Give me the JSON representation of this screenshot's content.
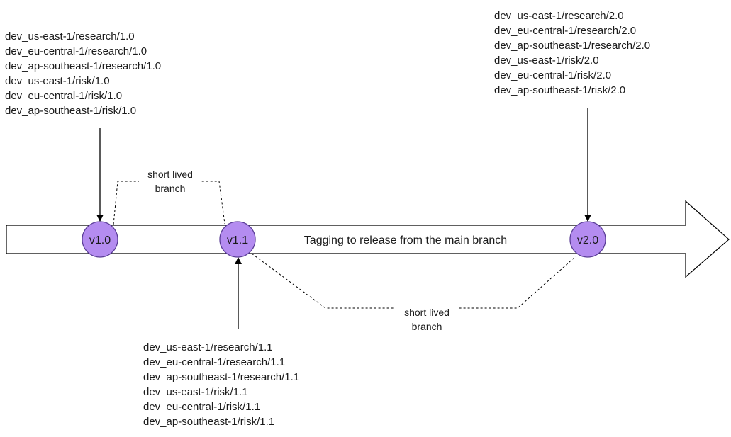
{
  "main_branch_label": "Tagging to release from the main branch",
  "versions": {
    "v1_0": "v1.0",
    "v1_1": "v1.1",
    "v2_0": "v2.0"
  },
  "branches": {
    "first": {
      "line1": "short lived",
      "line2": "branch"
    },
    "second": {
      "line1": "short lived",
      "line2": "branch"
    }
  },
  "tags": {
    "v1_0": [
      "dev_us-east-1/research/1.0",
      "dev_eu-central-1/research/1.0",
      "dev_ap-southeast-1/research/1.0",
      "dev_us-east-1/risk/1.0",
      "dev_eu-central-1/risk/1.0",
      "dev_ap-southeast-1/risk/1.0"
    ],
    "v1_1": [
      "dev_us-east-1/research/1.1",
      "dev_eu-central-1/research/1.1",
      "dev_ap-southeast-1/research/1.1",
      "dev_us-east-1/risk/1.1",
      "dev_eu-central-1/risk/1.1",
      "dev_ap-southeast-1/risk/1.1"
    ],
    "v2_0": [
      "dev_us-east-1/research/2.0",
      "dev_eu-central-1/research/2.0",
      "dev_ap-southeast-1/research/2.0",
      "dev_us-east-1/risk/2.0",
      "dev_eu-central-1/risk/2.0",
      "dev_ap-southeast-1/risk/2.0"
    ]
  },
  "colors": {
    "node_fill": "#b48cf0",
    "node_stroke": "#5a3d96",
    "line": "#000000",
    "arrow_fill": "#ffffff"
  }
}
